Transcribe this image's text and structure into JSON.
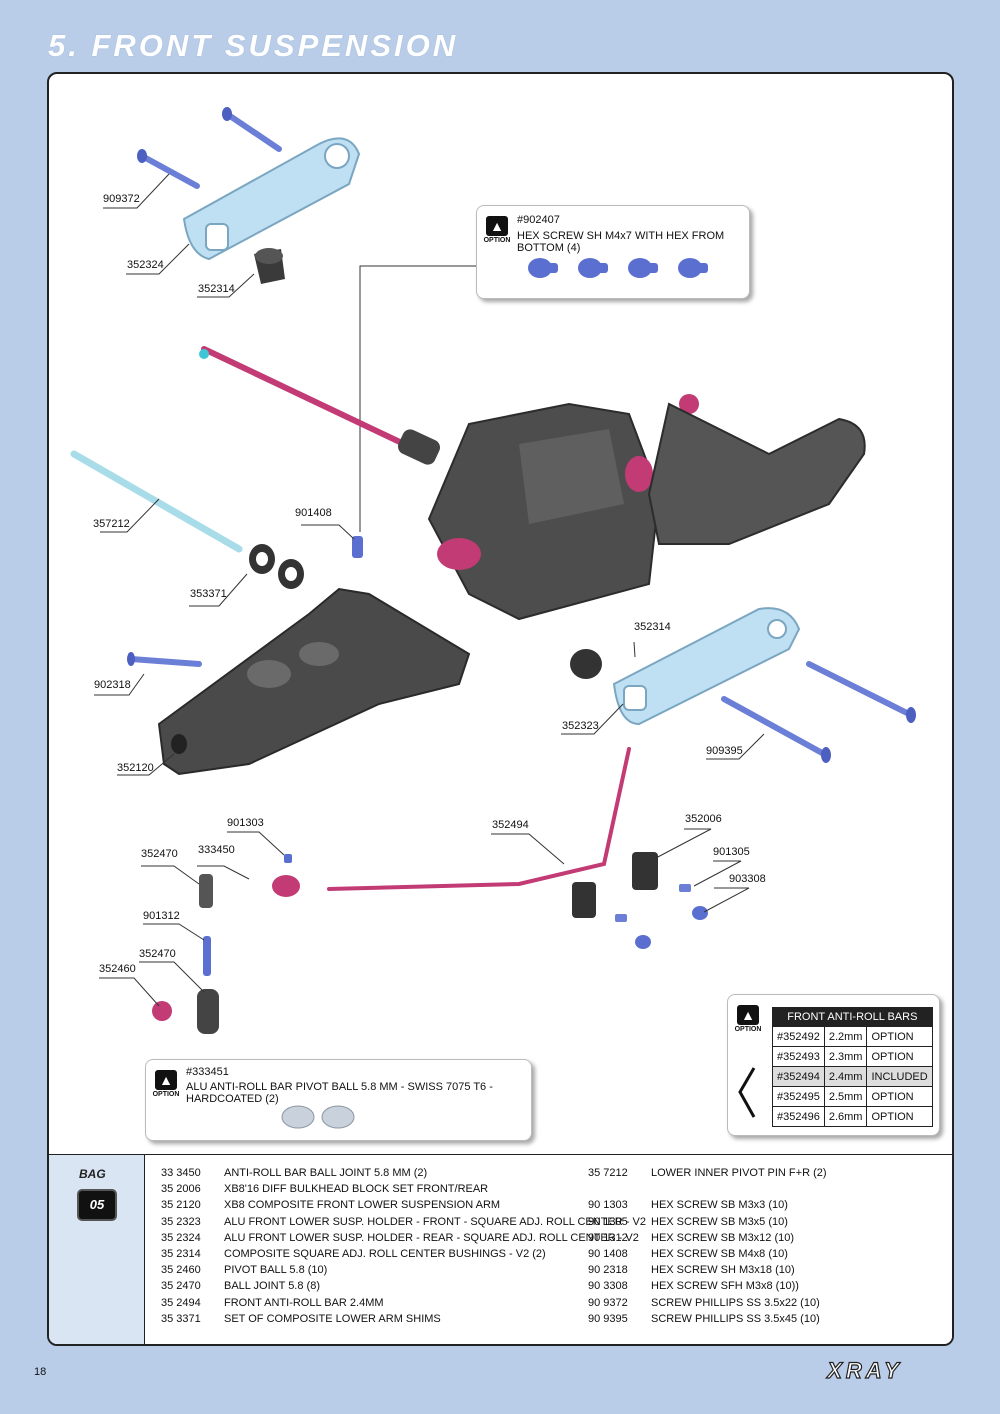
{
  "page": {
    "title": "5. FRONT SUSPENSION",
    "number": "18",
    "logo": "XRAY"
  },
  "labels": [
    {
      "text": "909372"
    },
    {
      "text": "352324"
    },
    {
      "text": "352314"
    },
    {
      "text": "357212"
    },
    {
      "text": "901408"
    },
    {
      "text": "353371"
    },
    {
      "text": "902318"
    },
    {
      "text": "352120"
    },
    {
      "text": "352314"
    },
    {
      "text": "352323"
    },
    {
      "text": "909395"
    },
    {
      "text": "901303"
    },
    {
      "text": "352470"
    },
    {
      "text": "333450"
    },
    {
      "text": "352494"
    },
    {
      "text": "352006"
    },
    {
      "text": "901305"
    },
    {
      "text": "903308"
    },
    {
      "text": "901312"
    },
    {
      "text": "352470"
    },
    {
      "text": "352460"
    }
  ],
  "option_label": "OPTION",
  "option_hex": {
    "code": "#902407",
    "desc": "HEX SCREW SH M4x7 WITH HEX FROM BOTTOM  (4)"
  },
  "option_ball": {
    "code": "#333451",
    "desc": "ALU ANTI-ROLL BAR PIVOT BALL 5.8 MM - SWISS 7075 T6 - HARDCOATED (2)"
  },
  "arb_table": {
    "title": "FRONT ANTI-ROLL BARS",
    "rows": [
      {
        "code": "#352492",
        "size": "2.2mm",
        "status": "OPTION"
      },
      {
        "code": "#352493",
        "size": "2.3mm",
        "status": "OPTION"
      },
      {
        "code": "#352494",
        "size": "2.4mm",
        "status": "INCLUDED"
      },
      {
        "code": "#352495",
        "size": "2.5mm",
        "status": "OPTION"
      },
      {
        "code": "#352496",
        "size": "2.6mm",
        "status": "OPTION"
      }
    ]
  },
  "bag": {
    "label": "BAG",
    "number": "05"
  },
  "parts_left": [
    {
      "code": "33 3450",
      "desc": "ANTI-ROLL BAR BALL JOINT 5.8 MM (2)"
    },
    {
      "code": "35 2006",
      "desc": "XB8'16 DIFF BULKHEAD BLOCK SET FRONT/REAR"
    },
    {
      "code": "35 2120",
      "desc": "XB8 COMPOSITE FRONT LOWER SUSPENSION ARM"
    },
    {
      "code": "35 2323",
      "desc": "ALU FRONT LOWER SUSP. HOLDER - FRONT - SQUARE ADJ. ROLL CENTER - V2"
    },
    {
      "code": "35 2324",
      "desc": "ALU FRONT LOWER SUSP. HOLDER - REAR - SQUARE ADJ. ROLL CENTER - V2"
    },
    {
      "code": "35 2314",
      "desc": "COMPOSITE SQUARE ADJ. ROLL CENTER BUSHINGS - V2 (2)"
    },
    {
      "code": "35 2460",
      "desc": "PIVOT BALL 5.8 (10)"
    },
    {
      "code": "35 2470",
      "desc": "BALL JOINT 5.8 (8)"
    },
    {
      "code": "35 2494",
      "desc": "FRONT ANTI-ROLL BAR 2.4MM"
    },
    {
      "code": "35 3371",
      "desc": "SET OF COMPOSITE LOWER ARM SHIMS"
    }
  ],
  "parts_right": [
    {
      "code": "35 7212",
      "desc": "LOWER INNER PIVOT PIN F+R  (2)"
    },
    {
      "code": "",
      "desc": ""
    },
    {
      "code": "90 1303",
      "desc": "HEX SCREW  SB M3x3  (10)"
    },
    {
      "code": "90 1305",
      "desc": "HEX SCREW  SB M3x5  (10)"
    },
    {
      "code": "90 1312",
      "desc": "HEX SCREW  SB M3x12  (10)"
    },
    {
      "code": "90 1408",
      "desc": "HEX SCREW  SB M4x8  (10)"
    },
    {
      "code": "90 2318",
      "desc": "HEX SCREW  SH M3x18  (10)"
    },
    {
      "code": "90 3308",
      "desc": "HEX SCREW  SFH M3x8  (10))"
    },
    {
      "code": "90 9372",
      "desc": "SCREW PHILLIPS SS 3.5x22  (10)"
    },
    {
      "code": "90 9395",
      "desc": "SCREW PHILLIPS SS 3.5x45  (10)"
    }
  ]
}
